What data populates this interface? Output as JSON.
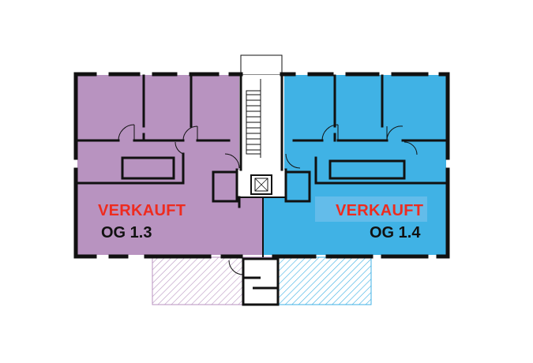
{
  "colors": {
    "unit_left": "#b893c0",
    "unit_right": "#40b2e5",
    "wall": "#111111",
    "sold_text": "#ee2b1f",
    "terrace_left_hatch": "#b893c0",
    "terrace_right_hatch": "#40b2e5"
  },
  "units": [
    {
      "id": "og-1-3",
      "sold_label": "VERKAUFT",
      "name": "OG 1.3"
    },
    {
      "id": "og-1-4",
      "sold_label": "VERKAUFT",
      "name": "OG 1.4"
    }
  ]
}
